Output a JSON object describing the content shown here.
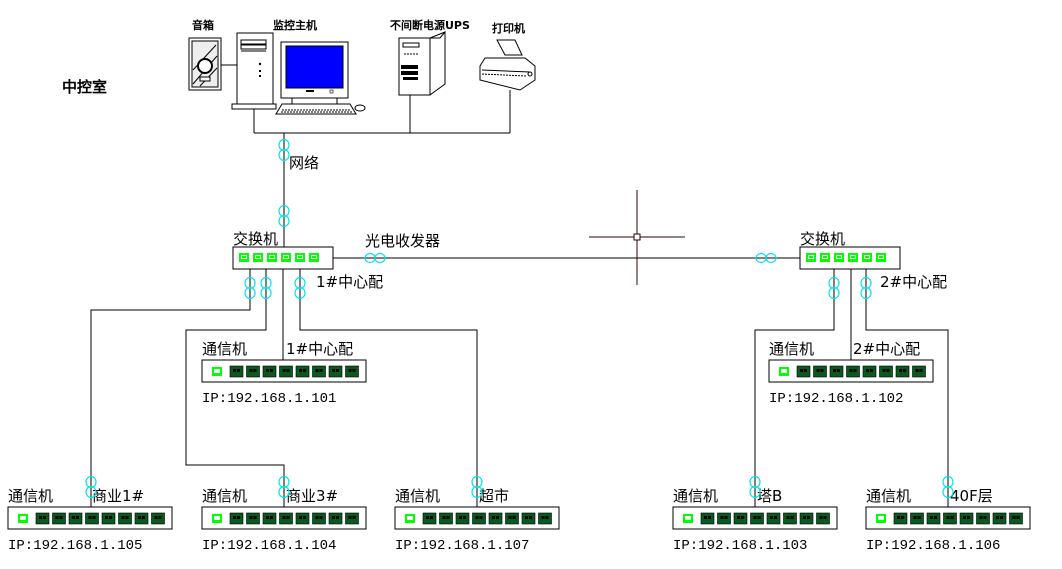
{
  "control_room": {
    "title": "中控室",
    "devices": [
      {
        "name": "speaker",
        "label": "音箱"
      },
      {
        "name": "monitor-host",
        "label": "监控主机"
      },
      {
        "name": "ups",
        "label": "不间断电源UPS"
      },
      {
        "name": "printer",
        "label": "打印机"
      }
    ],
    "network_label": "网络"
  },
  "core": {
    "left_switch_label": "交换机",
    "right_switch_label": "交换机",
    "transceiver_label": "光电收发器",
    "left_distribution_label": "1#中心配",
    "right_distribution_label": "2#中心配"
  },
  "comm_units": [
    {
      "id": "c101",
      "label": "通信机",
      "tag": "1#中心配",
      "ip": "IP:192.168.1.101"
    },
    {
      "id": "c102",
      "label": "通信机",
      "tag": "2#中心配",
      "ip": "IP:192.168.1.102"
    },
    {
      "id": "c105",
      "label": "通信机",
      "tag": "商业1#",
      "ip": "IP:192.168.1.105"
    },
    {
      "id": "c104",
      "label": "通信机",
      "tag": "商业3#",
      "ip": "IP:192.168.1.104"
    },
    {
      "id": "c107",
      "label": "通信机",
      "tag": "超市",
      "ip": "IP:192.168.1.107"
    },
    {
      "id": "c103",
      "label": "通信机",
      "tag": "塔B",
      "ip": "IP:192.168.1.103"
    },
    {
      "id": "c106",
      "label": "通信机",
      "tag": "40F层",
      "ip": "IP:192.168.1.106"
    }
  ],
  "colors": {
    "connector": "#00e5ee",
    "port_active": "#00ff00",
    "port_dark": "#0a5a1e",
    "screen": "#0000ff"
  }
}
